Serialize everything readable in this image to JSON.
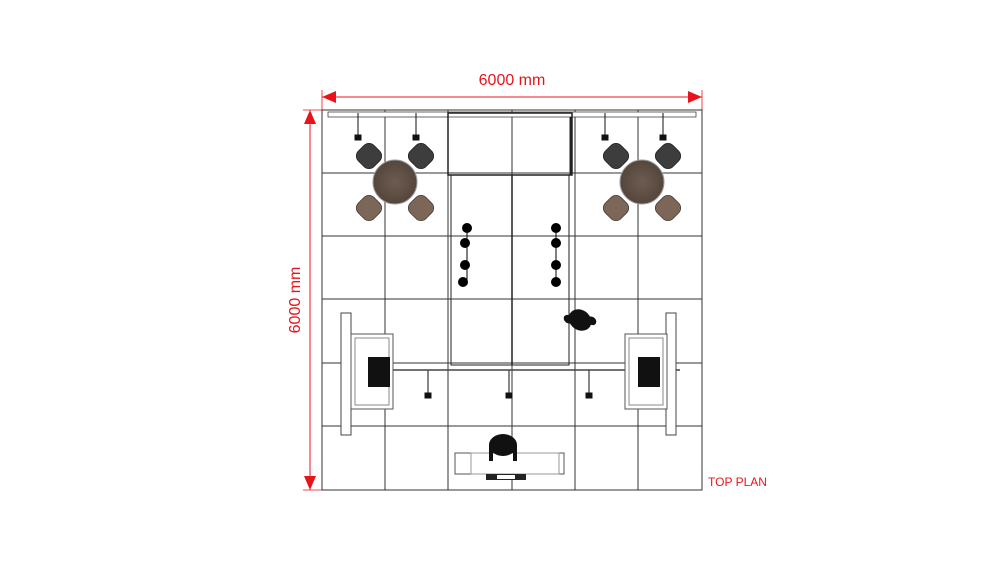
{
  "dimensions": {
    "width_label": "6000 mm",
    "depth_label": "6000 mm"
  },
  "plan_label": "TOP PLAN",
  "colors": {
    "dimension": "#e8141c",
    "grid": "#333333",
    "table": "#6b5a4e",
    "chair_dark": "#3a3a3a",
    "chair_brown": "#7a6656"
  }
}
